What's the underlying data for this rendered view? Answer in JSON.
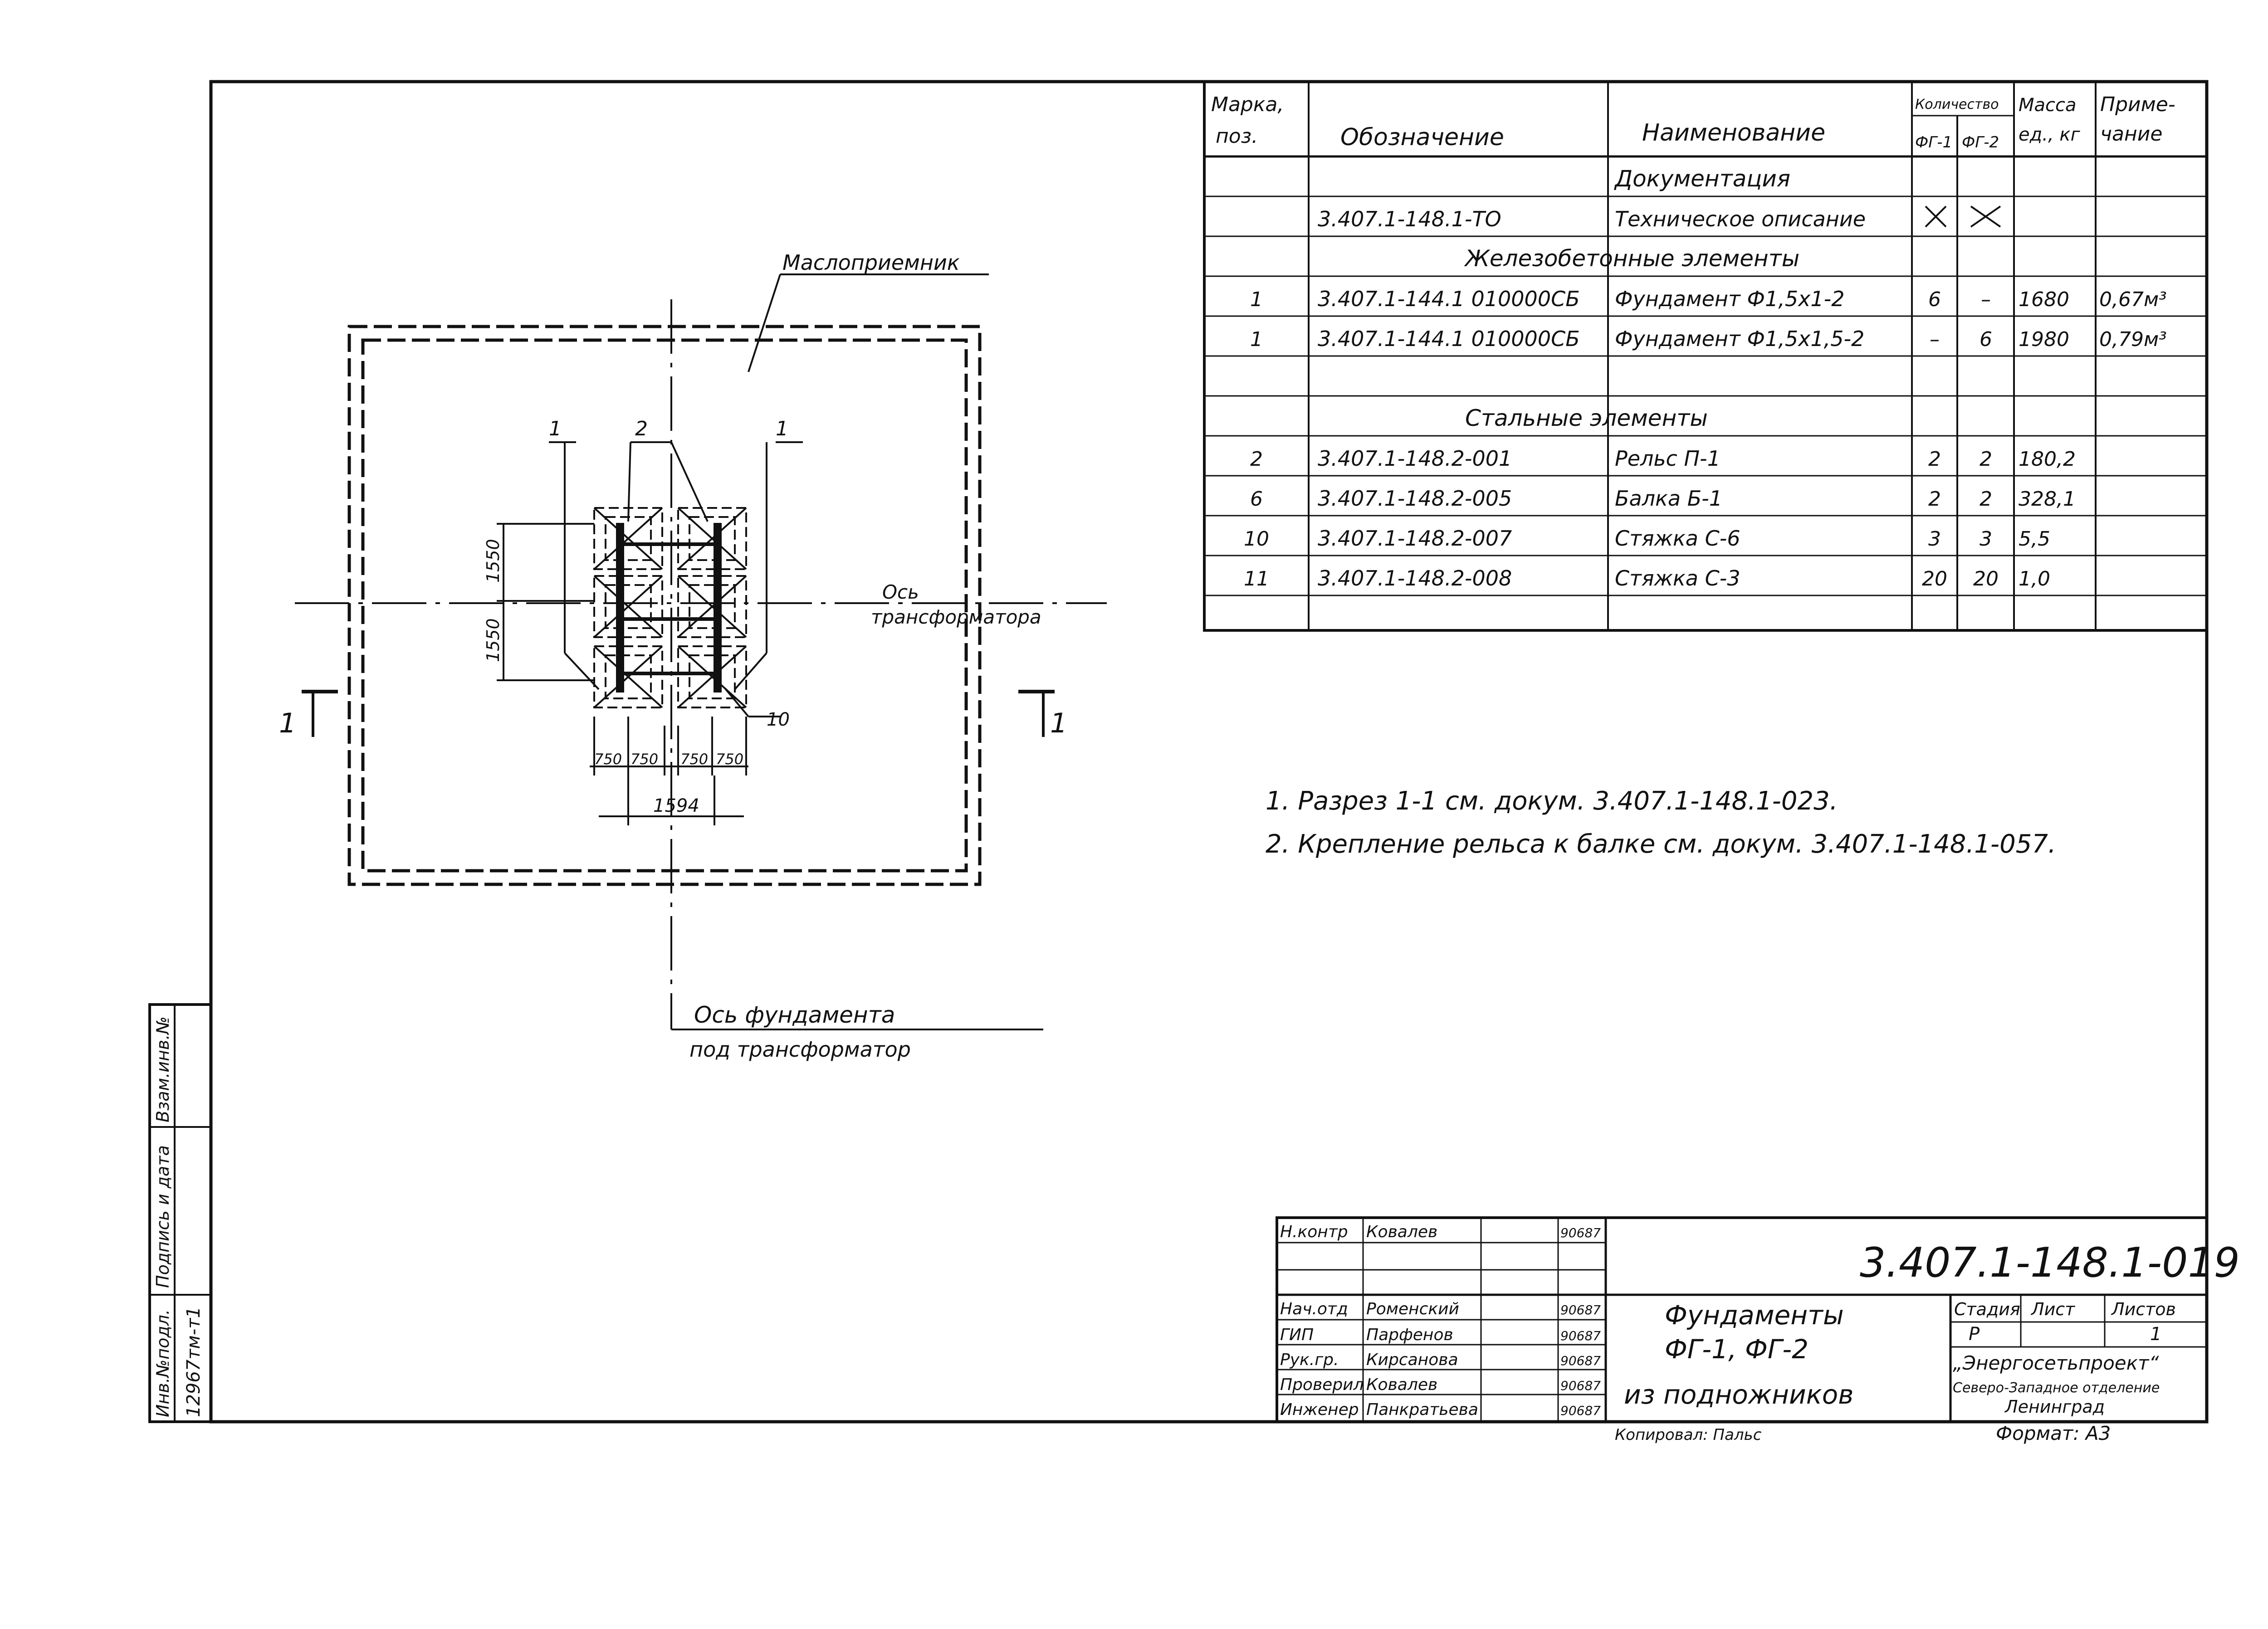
{
  "spec": {
    "headers": {
      "mark": [
        "Марка,",
        "поз."
      ],
      "designation": "Обозначение",
      "name": "Наименование",
      "qty": "Количество",
      "fg1": "ФГ-1",
      "fg2": "ФГ-2",
      "mass": [
        "Масса",
        "ед., кг"
      ],
      "note": [
        "Приме-",
        "чание"
      ]
    },
    "rows": [
      {
        "mark": "",
        "des": "",
        "name": "Документация",
        "q1": "",
        "q2": "",
        "mass": "",
        "note": "",
        "section": true
      },
      {
        "mark": "",
        "des": "3.407.1-148.1-ТО",
        "name": "Техническое описание",
        "q1": "X",
        "q2": "X",
        "mass": "",
        "note": ""
      },
      {
        "mark": "",
        "des": "",
        "name": "Железобетонные элементы",
        "q1": "",
        "q2": "",
        "mass": "",
        "note": "",
        "section": true,
        "wide": true
      },
      {
        "mark": "1",
        "des": "3.407.1-144.1 010000СБ",
        "name": "Фундамент Ф1,5х1-2",
        "q1": "6",
        "q2": "–",
        "mass": "1680",
        "note": "0,67м³"
      },
      {
        "mark": "1",
        "des": "3.407.1-144.1 010000СБ",
        "name": "Фундамент Ф1,5х1,5-2",
        "q1": "–",
        "q2": "6",
        "mass": "1980",
        "note": "0,79м³"
      },
      {
        "mark": "",
        "des": "",
        "name": "",
        "q1": "",
        "q2": "",
        "mass": "",
        "note": ""
      },
      {
        "mark": "",
        "des": "",
        "name": "Стальные элементы",
        "q1": "",
        "q2": "",
        "mass": "",
        "note": "",
        "section": true,
        "wide": true
      },
      {
        "mark": "2",
        "des": "3.407.1-148.2-001",
        "name": "Рельс П-1",
        "q1": "2",
        "q2": "2",
        "mass": "180,2",
        "note": ""
      },
      {
        "mark": "6",
        "des": "3.407.1-148.2-005",
        "name": "Балка Б-1",
        "q1": "2",
        "q2": "2",
        "mass": "328,1",
        "note": ""
      },
      {
        "mark": "10",
        "des": "3.407.1-148.2-007",
        "name": "Стяжка С-6",
        "q1": "3",
        "q2": "3",
        "mass": "5,5",
        "note": ""
      },
      {
        "mark": "11",
        "des": "3.407.1-148.2-008",
        "name": "Стяжка С-3",
        "q1": "20",
        "q2": "20",
        "mass": "1,0",
        "note": ""
      },
      {
        "mark": "",
        "des": "",
        "name": "",
        "q1": "",
        "q2": "",
        "mass": "",
        "note": ""
      }
    ]
  },
  "drawing": {
    "oil_receiver": "Маслоприемник",
    "axis_transformer": [
      "Ось",
      "трансформатора"
    ],
    "axis_foundation": [
      "Ось фундамента",
      "под трансформатор"
    ],
    "callouts": [
      "1",
      "2",
      "1",
      "10"
    ],
    "dims_vertical": [
      "1550",
      "1550"
    ],
    "dims_horizontal": [
      "750",
      "750",
      "750",
      "750"
    ],
    "dim_total": "1594",
    "section_mark": "1"
  },
  "notes": [
    "1. Разрез 1-1 см. докум. 3.407.1-148.1-023.",
    "2. Крепление рельса к балке см. докум. 3.407.1-148.1-057."
  ],
  "title_block": {
    "code": "3.407.1-148.1-019",
    "title": [
      "Фундаменты",
      "ФГ-1, ФГ-2",
      "из подножников"
    ],
    "people": [
      {
        "role": "Н.контр",
        "name": "Ковалев",
        "date": "90687"
      },
      {
        "role": "Нач.отд",
        "name": "Роменский",
        "date": "90687"
      },
      {
        "role": "ГИП",
        "name": "Парфенов",
        "date": "90687"
      },
      {
        "role": "Рук.гр.",
        "name": "Кирсанова",
        "date": "90687"
      },
      {
        "role": "Проверил",
        "name": "Ковалев",
        "date": "90687"
      },
      {
        "role": "Инженер",
        "name": "Панкратьева",
        "date": "90687"
      }
    ],
    "stage_label": "Стадия",
    "sheet_label": "Лист",
    "sheets_label": "Листов",
    "stage": "Р",
    "sheet": "",
    "sheets": "1",
    "org": [
      "„Энергосетьпроект“",
      "Северо-Западное отделение",
      "Ленинград"
    ],
    "copied": "Копировал: Пальс",
    "format": "Формат: А3"
  },
  "side_stamp": {
    "labels": [
      "Инв.№подл.",
      "Подпись и дата",
      "Взам.инв.№"
    ],
    "inv": "12967тм-т1"
  }
}
